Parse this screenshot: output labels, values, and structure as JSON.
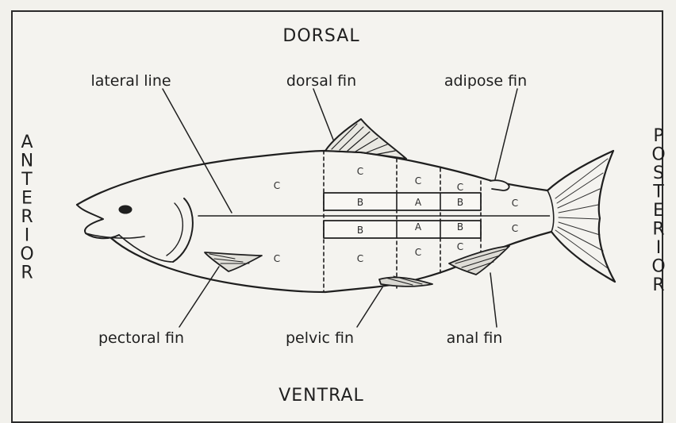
{
  "orientation": {
    "top": "DORSAL",
    "bottom": "VENTRAL",
    "left": "ANTERIOR",
    "right": "POSTERIOR"
  },
  "parts": {
    "lateral_line": "lateral line",
    "dorsal_fin": "dorsal fin",
    "adipose_fin": "adipose fin",
    "pectoral_fin": "pectoral fin",
    "pelvic_fin": "pelvic fin",
    "anal_fin": "anal fin"
  },
  "zones": {
    "a": "A",
    "b": "B",
    "c": "C"
  },
  "colors": {
    "ink": "#1f1f1f",
    "paper": "#f4f3ef"
  }
}
